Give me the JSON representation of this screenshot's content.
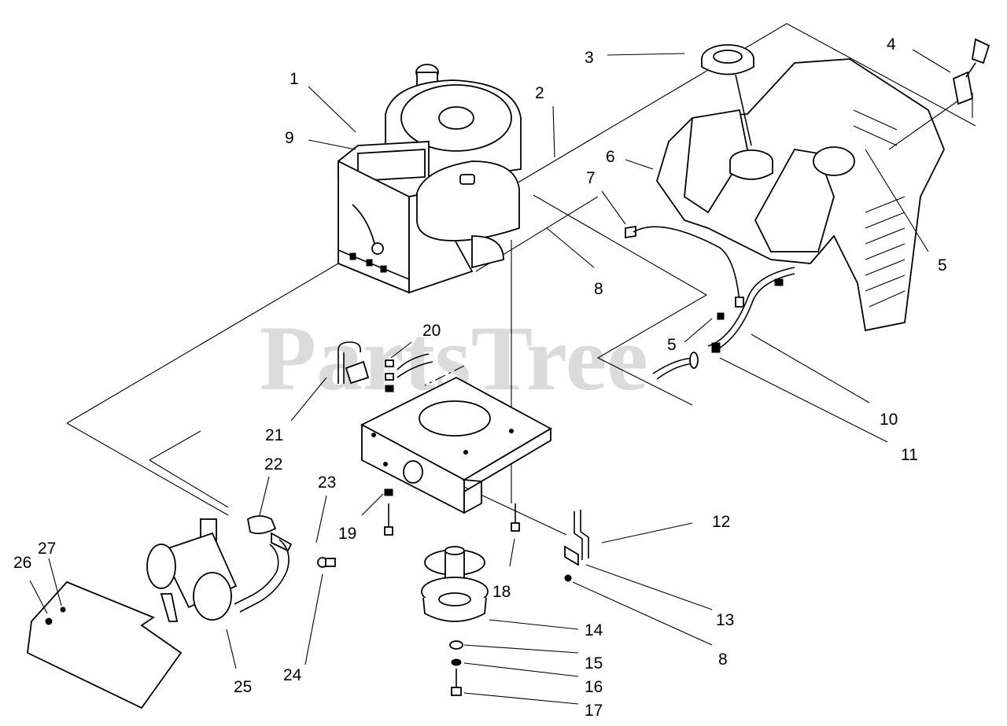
{
  "watermark": "PartsTree",
  "callouts": [
    "1",
    "2",
    "3",
    "4",
    "5",
    "5",
    "6",
    "7",
    "8",
    "8",
    "9",
    "10",
    "11",
    "12",
    "13",
    "14",
    "15",
    "16",
    "17",
    "18",
    "19",
    "20",
    "21",
    "22",
    "23",
    "24",
    "25",
    "26",
    "27"
  ],
  "colors": {
    "line": "#000000",
    "background": "#ffffff",
    "watermark": "#cfcfcf"
  }
}
